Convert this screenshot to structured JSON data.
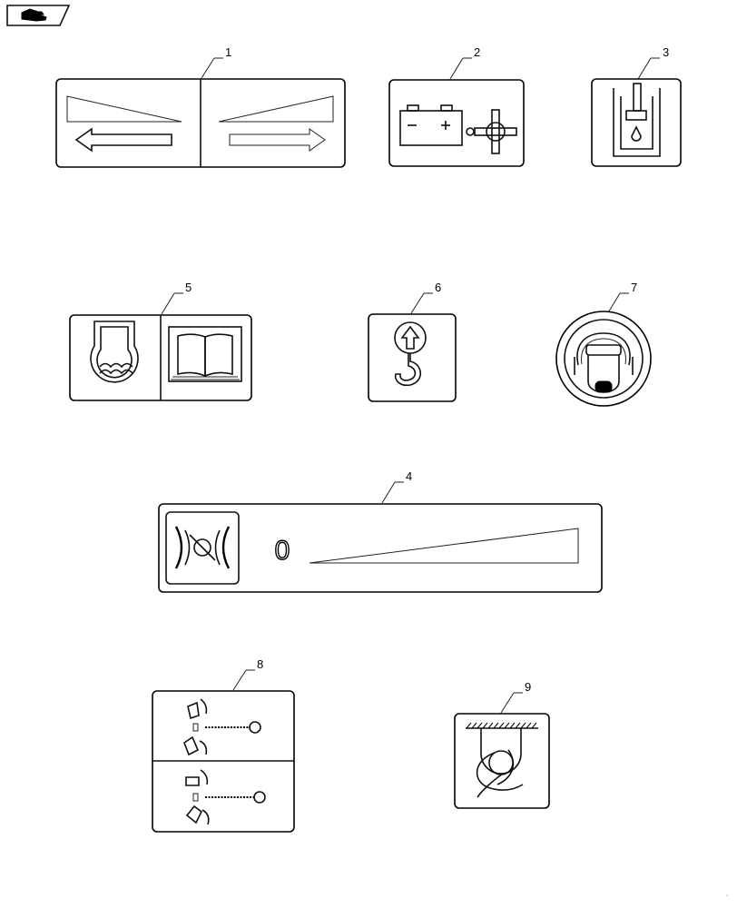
{
  "callouts": {
    "c1": "1",
    "c2": "2",
    "c3": "3",
    "c4": "4",
    "c5": "5",
    "c6": "6",
    "c7": "7",
    "c8": "8",
    "c9": "9"
  },
  "decal_4": {
    "zero_glyph": "0"
  },
  "icons": {
    "nav": "hand-pointing-icon",
    "d1": [
      "triangle-decrease-icon",
      "arrow-left-icon",
      "triangle-increase-icon",
      "arrow-right-icon"
    ],
    "d2": [
      "battery-icon",
      "fan-icon"
    ],
    "d3": "fuel-level-icon",
    "d4": [
      "wheel-alignment-icon",
      "zero-glyph",
      "throttle-wedge-icon"
    ],
    "d5": [
      "coolant-level-icon",
      "manual-book-icon"
    ],
    "d6": "lift-hook-icon",
    "d7": "ear-protection-icon",
    "d8": [
      "bucket-position-icon"
    ],
    "d9": "tie-down-point-icon"
  }
}
